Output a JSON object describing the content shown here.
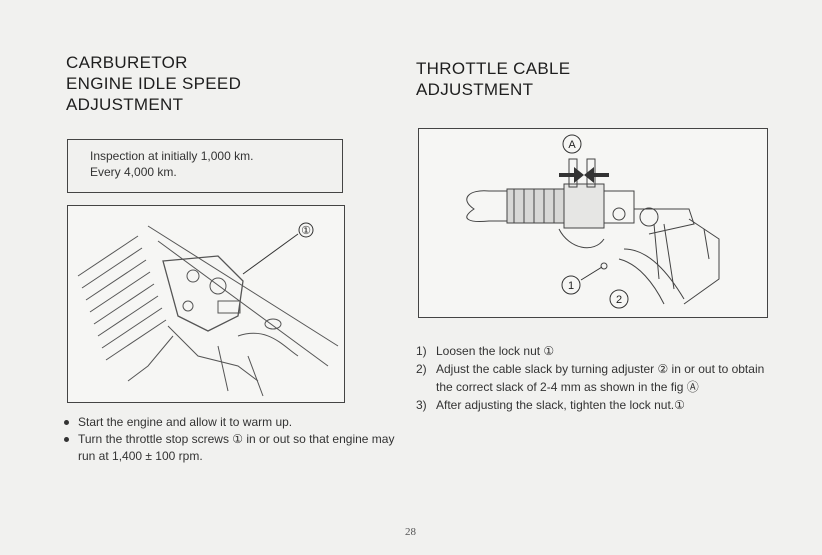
{
  "left": {
    "heading": [
      "CARBURETOR",
      "ENGINE IDLE SPEED",
      "ADJUSTMENT"
    ],
    "inspection": [
      "Inspection at initially 1,000 km.",
      "Every 4,000 km."
    ],
    "figure_label": "①",
    "bullets": [
      "Start the engine and allow it to warm up.",
      "Turn the throttle stop screws ① in or out so that engine may run at 1,400 ± 100 rpm."
    ]
  },
  "right": {
    "heading": [
      "THROTTLE CABLE",
      "ADJUSTMENT"
    ],
    "figure_labels": {
      "a": "A",
      "one": "1",
      "two": "2"
    },
    "steps": [
      {
        "num": "1)",
        "text": "Loosen the lock nut ①"
      },
      {
        "num": "2)",
        "text": "Adjust the cable slack by turning adjuster ② in or out to obtain the correct slack of 2-4 mm as shown in the fig Ⓐ"
      },
      {
        "num": "3)",
        "text": "After adjusting the slack, tighten the lock nut.①"
      }
    ]
  },
  "page_number": "28"
}
